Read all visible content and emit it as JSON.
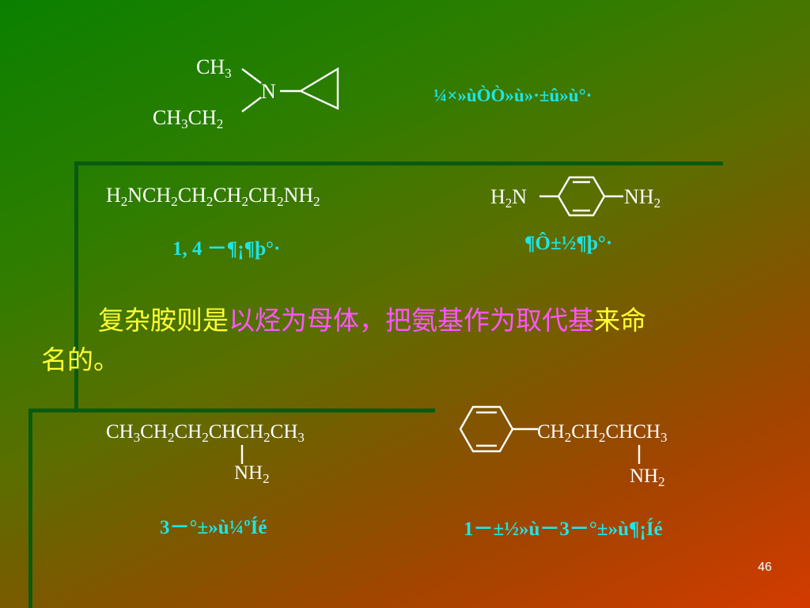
{
  "slide": {
    "top_molecule": {
      "ch3": "CH3",
      "ch3ch2": "CH3CH2",
      "n": "N",
      "name": "¼×»ùÒÒ»ù»·±û»ù°·"
    },
    "molecule_2": {
      "formula": "H2NCH2CH2CH2CH2NH2",
      "name": "1, 4 －¶¡¶þ°·"
    },
    "molecule_3": {
      "left": "H2N",
      "right": "NH2",
      "name": "¶Ô±½¶þ°·"
    },
    "rule_text": {
      "part1": "复杂胺则是",
      "part2": "以烃为母体，把氨基作为取代基",
      "part3": "来命",
      "part4": "名的。"
    },
    "molecule_4": {
      "chain": "CH3CH2CH2CHCH2CH3",
      "substituent": "NH2",
      "name": "3－°±»ù¼ºÍé"
    },
    "molecule_5": {
      "chain": "CH2CH2CHCH3",
      "substituent": "NH2",
      "name": "1－±½»ù－3－°±»ù¶¡Íé"
    },
    "page_number": "46"
  }
}
